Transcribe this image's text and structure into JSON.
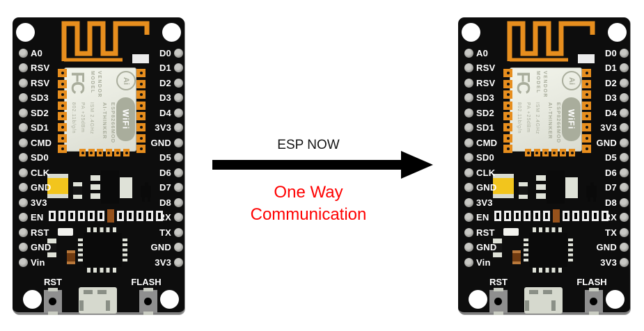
{
  "annotation": {
    "arrow_label": "ESP NOW",
    "caption_line1": "One Way",
    "caption_line2": "Communication",
    "caption_color": "#FF0000",
    "arrow_color": "#000000"
  },
  "board": {
    "pins_left": [
      "A0",
      "RSV",
      "RSV",
      "SD3",
      "SD2",
      "SD1",
      "CMD",
      "SD0",
      "CLK",
      "GND",
      "3V3",
      "EN",
      "RST",
      "GND",
      "Vin"
    ],
    "pins_right": [
      "D0",
      "D1",
      "D2",
      "D3",
      "D4",
      "3V3",
      "GND",
      "D5",
      "D6",
      "D7",
      "D8",
      "RX",
      "TX",
      "GND",
      "3V3"
    ],
    "buttons": {
      "reset": "RST",
      "flash": "FLASH"
    },
    "module": {
      "fcc_mark": "FC",
      "label_columns": [
        "MODEL",
        "VENDOR"
      ],
      "radio_specs": [
        "802.11b/g/n",
        "PA +25dBm",
        "ISM 2.4GHz"
      ],
      "name_columns": [
        "AI-THINKER",
        "ESP8266MOD"
      ],
      "ai_logo": "Ai",
      "wifi_logo": "WiFi"
    },
    "colors": {
      "pcb": "#0d0d0d",
      "antenna": "#E78E1E",
      "silkscreen": "#A9AD9C",
      "module_bg": "#EAECE3",
      "capacitor_yellow": "#F2C51D",
      "pin_label": "#FFFFFF"
    }
  }
}
